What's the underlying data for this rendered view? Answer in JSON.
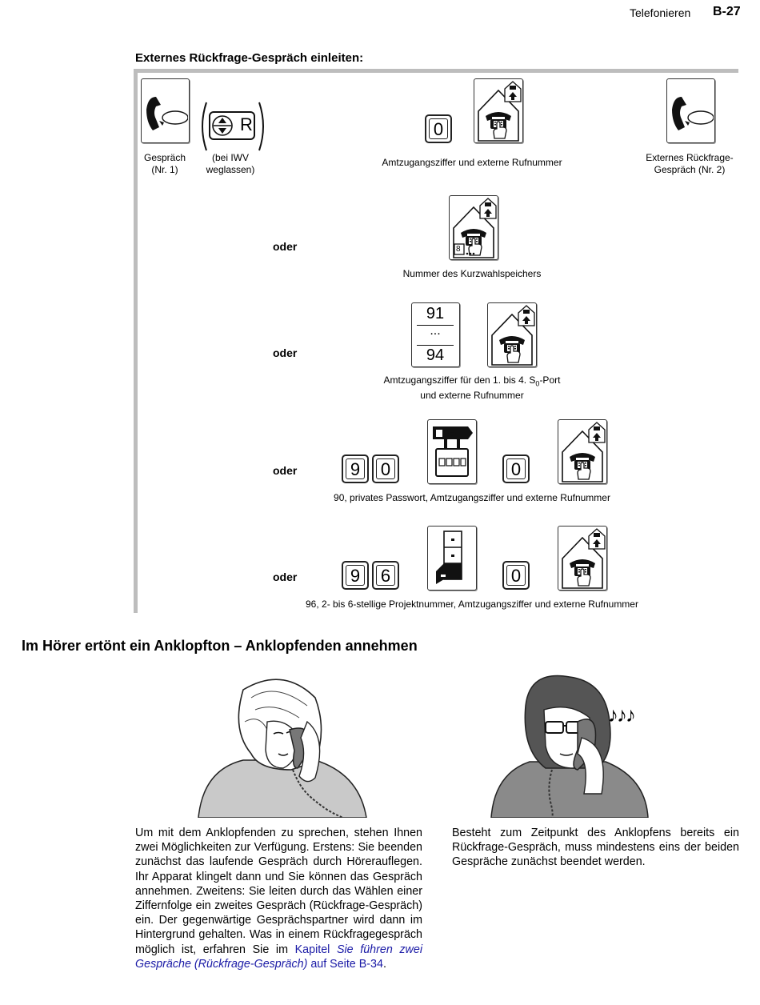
{
  "header": {
    "section": "Telefonieren",
    "page": "B-27"
  },
  "section_title": "Externes Rückfrage-Gespräch einleiten:",
  "row1": {
    "cap_call1_a": "Gespräch",
    "cap_call1_b": "(Nr. 1)",
    "r_key": "R",
    "cap_iwv_a": "(bei IWV",
    "cap_iwv_b": "weglassen)",
    "digit0": "0",
    "cap_dial": "Amtzugangsziffer und externe Rufnummer",
    "cap_call2_a": "Externes Rückfrage-",
    "cap_call2_b": "Gespräch (Nr. 2)"
  },
  "oder": "oder",
  "row2": {
    "speed_label": "8",
    "caption": "Nummer des Kurzwahlspeichers"
  },
  "row3": {
    "top": "91",
    "mid": "...",
    "bottom": "94",
    "caption_a1": "Amtzugangsziffer für den 1. bis 4. S",
    "caption_sub": "0",
    "caption_a2": "-Port",
    "caption_b": "und externe Rufnummer"
  },
  "row4": {
    "d1": "9",
    "d2": "0",
    "d3": "0",
    "caption": "90, privates Passwort, Amtzugangsziffer und externe Rufnummer"
  },
  "row5": {
    "d1": "9",
    "d2": "6",
    "d3": "0",
    "caption": "96, 2- bis 6-stellige Projektnummer, Amtzugangsziffer und externe Rufnummer"
  },
  "heading2": "Im Hörer ertönt ein Anklopfton – Anklopfenden annehmen",
  "para_left": "Um mit dem Anklopfenden zu sprechen, stehen Ihnen zwei Möglichkeiten zur Verfügung. Erstens: Sie beenden zunächst das laufende Gespräch durch Hörerauflegen. Ihr Apparat klingelt dann und Sie können das Gespräch annehmen. Zweitens: Sie leiten durch das Wählen einer Ziffernfolge ein zweites Gespräch (Rückfrage-Gespräch) ein. Der gegenwärtige Gesprächspartner wird dann im Hintergrund gehalten. Was in einem Rückfragegespräch möglich ist, erfahren Sie im",
  "link_kapitel": "Kapitel",
  "link_title": "Sie führen zwei Gespräche (Rückfrage-Gespräch)",
  "link_page": "auf Seite B-34",
  "para_end": ".",
  "para_right": "Besteht zum Zeitpunkt des Anklopfens bereits ein Rückfrage-Gespräch, muss mindestens eins der beiden Gespräche zunächst beendet werden.",
  "music_notes": "♪♪♪"
}
